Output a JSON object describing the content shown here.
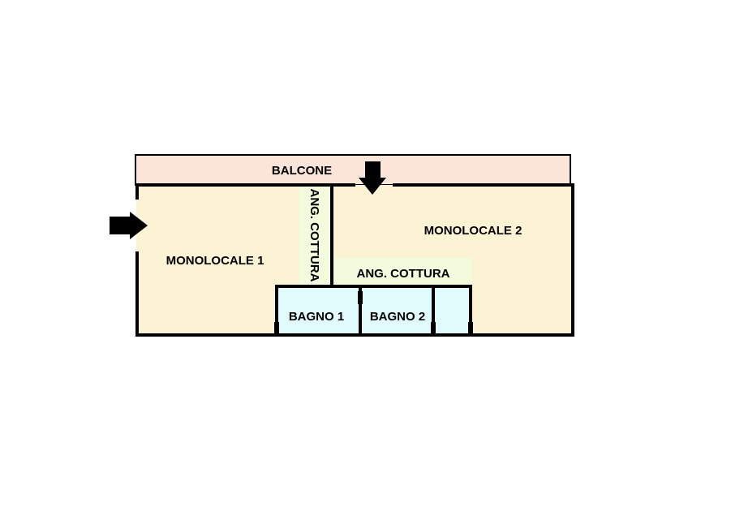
{
  "labels": {
    "balcony": "BALCONE",
    "studio_1": "MONOLOCALE 1",
    "studio_2": "MONOLOCALE 2",
    "kitchenette_vertical": "ANG. COTTURA",
    "kitchenette_horizontal": "ANG. COTTURA",
    "bathroom_1": "BAGNO 1",
    "bathroom_2": "BAGNO 2"
  },
  "colors": {
    "balcony_fill": "#fbe5d8",
    "room_fill": "#fcf3d4",
    "kitchenette_fill": "#f2fbdc",
    "bathroom_fill": "#e1fbfd",
    "wall": "#000000",
    "arrow": "#000000"
  }
}
